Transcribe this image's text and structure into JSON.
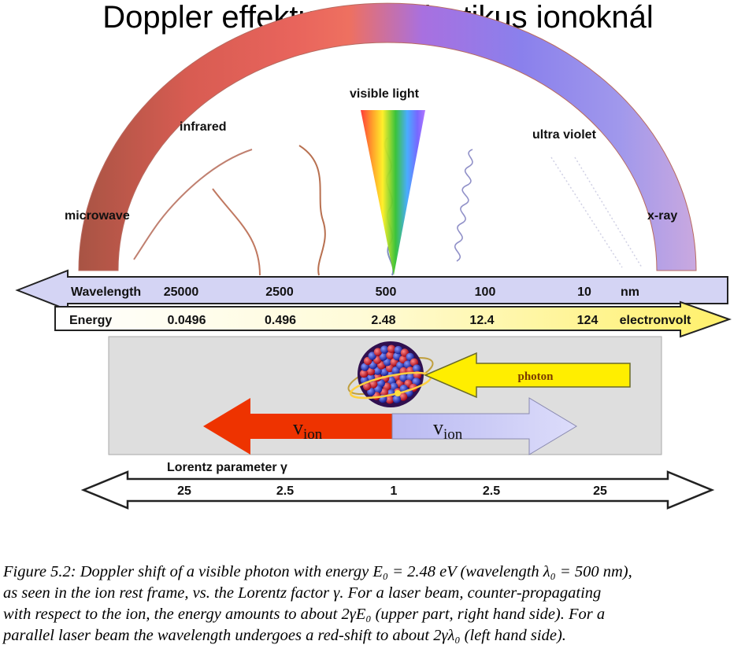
{
  "title": "Doppler effektus relativisztikus ionoknál",
  "spectrum": {
    "regions": [
      "microwave",
      "infrared",
      "visible light",
      "ultra violet",
      "x-ray"
    ]
  },
  "wavelength_bar": {
    "label": "Wavelength",
    "ticks": [
      "25000",
      "2500",
      "500",
      "100",
      "10"
    ],
    "unit": "nm"
  },
  "energy_bar": {
    "label": "Energy",
    "ticks": [
      "0.0496",
      "0.496",
      "2.48",
      "12.4",
      "124"
    ],
    "unit": "electronvolt"
  },
  "ion_panel": {
    "photon_label": "photon",
    "v_label": "v",
    "v_subscript": "ion"
  },
  "lorentz": {
    "label": "Lorentz parameter γ",
    "ticks": [
      "25",
      "2.5",
      "1",
      "2.5",
      "25"
    ]
  },
  "caption": {
    "lines": [
      "Figure 5.2: Doppler shift of a visible photon with energy E₀ = 2.48 eV (wavelength λ₀ = 500 nm),",
      "as seen in the ion rest frame, vs. the Lorentz factor γ. For a laser beam, counter-propagating",
      "with respect to  the ion, the energy amounts to about 2γE₀ (upper part, right hand side). For a",
      "parallel laser beam the  wavelength undergoes a red-shift to about 2γλ₀ (left hand side)."
    ]
  },
  "colors": {
    "microwave": "#b85a48",
    "infrared": "#e0605a",
    "ultraviolet": "#8c78e8",
    "xray": "#c4a4e0",
    "energy_arrow": "#fff6b0",
    "panel": "#dedede",
    "photon_arrow": "#ffee00",
    "v_left": "#ee3300",
    "v_right": "#c8c8f6"
  }
}
